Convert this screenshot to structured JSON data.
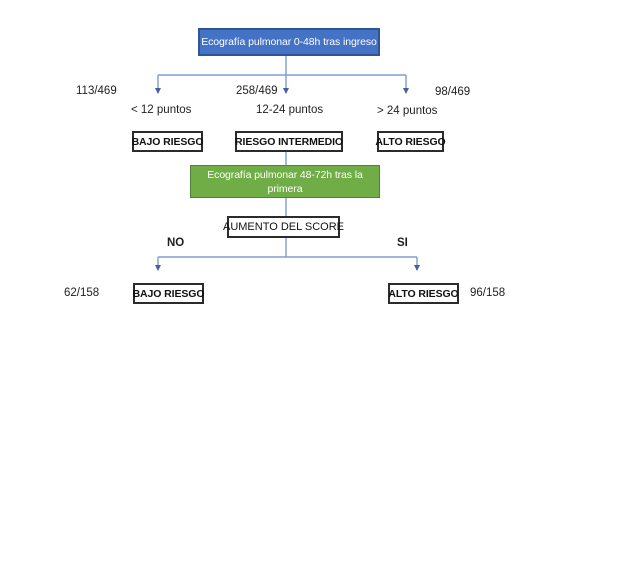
{
  "diagram": {
    "title_box": "Ecografía pulmonar 0-48h tras ingreso",
    "followup_box_line1": "Ecografía pulmonar 48-72h tras la",
    "followup_box_line2": "primera",
    "decision_box": "AUMENTO DEL SCORE",
    "level1": {
      "left": {
        "count": "113/469",
        "condition": "< 12 puntos",
        "result": "BAJO RIESGO"
      },
      "middle": {
        "count": "258/469",
        "condition": "12-24 puntos",
        "result": "RIESGO INTERMEDIO"
      },
      "right": {
        "count": "98/469",
        "condition": "> 24 puntos",
        "result": "ALTO RIESGO"
      }
    },
    "level2": {
      "left": {
        "branch": "NO",
        "count": "62/158",
        "result": "BAJO RIESGO"
      },
      "right": {
        "branch": "SI",
        "count": "96/158",
        "result": "ALTO RIESGO"
      }
    }
  },
  "colors": {
    "blue_fill": "#4472c4",
    "blue_border": "#2f5597",
    "green_fill": "#70ad47",
    "green_border": "#538135",
    "outline_box_border": "#2b2b2b",
    "connector_line": "#7e9dcb",
    "arrowhead": "#44629b",
    "text": "#1f1f1f"
  }
}
